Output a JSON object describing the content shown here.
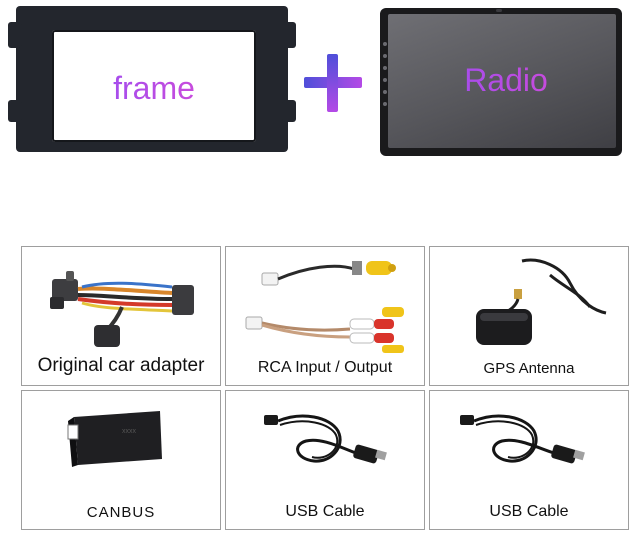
{
  "top": {
    "frame_label": "frame",
    "radio_label": "Radio"
  },
  "accessories": [
    {
      "label": "Original car adapter",
      "icon": "car-adapter-harness-icon"
    },
    {
      "label": "RCA Input / Output",
      "icon": "rca-cable-icon"
    },
    {
      "label": "GPS Antenna",
      "icon": "gps-antenna-icon"
    },
    {
      "label": "CANBUS",
      "icon": "canbus-box-icon"
    },
    {
      "label": "USB Cable",
      "icon": "usb-cable-icon"
    },
    {
      "label": "USB Cable",
      "icon": "usb-cable-icon"
    }
  ],
  "colors": {
    "label_gradient_start": "#8f4ef7",
    "label_gradient_end": "#e04ad2",
    "frame": "#23262d",
    "cell_border": "#9e9e9e"
  }
}
